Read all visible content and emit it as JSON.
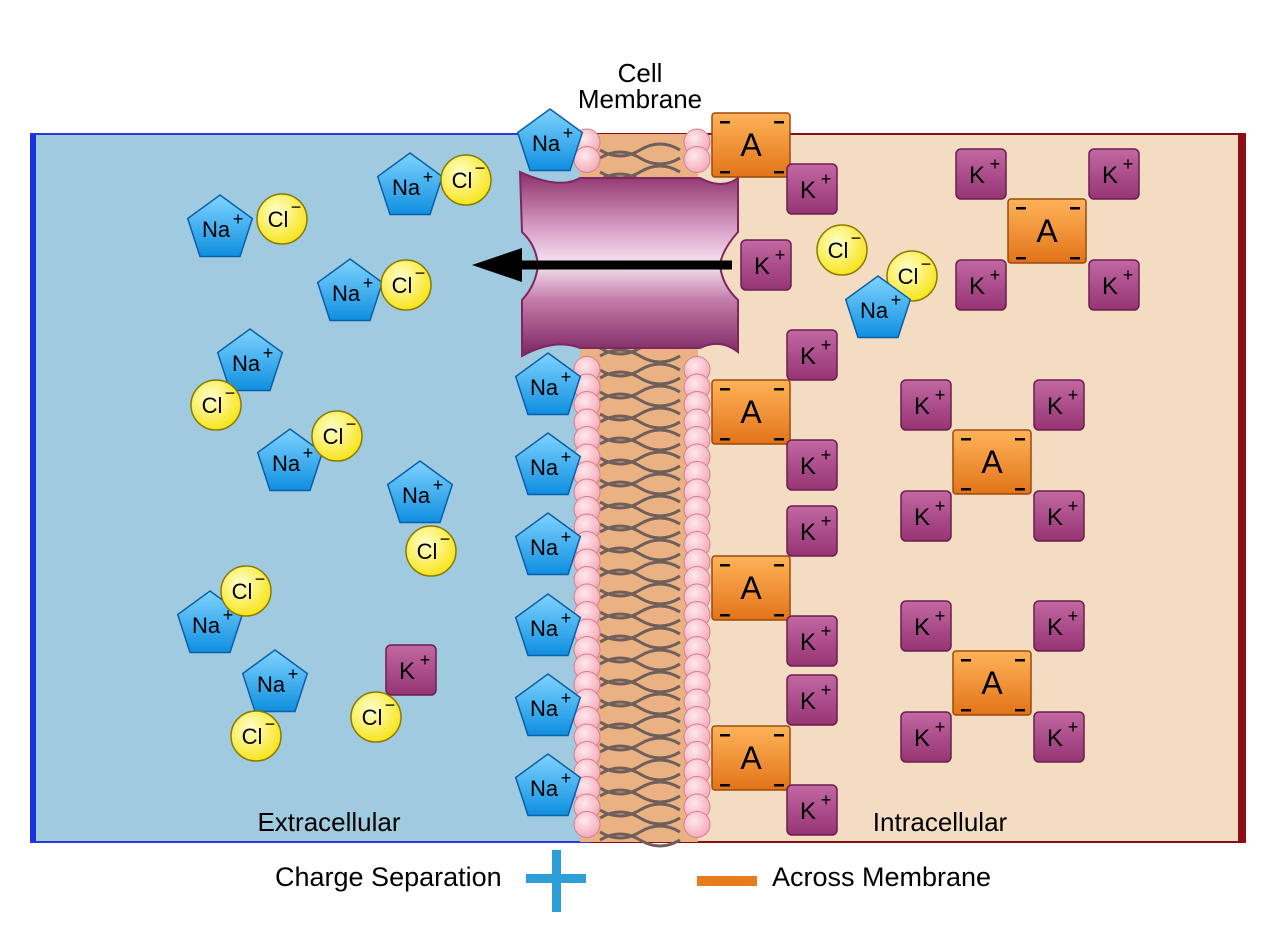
{
  "title": {
    "line1": "Cell",
    "line2": "Membrane"
  },
  "regions": {
    "left": "Extracellular",
    "right": "Intracellular"
  },
  "legend": {
    "left_text": "Charge Separation",
    "right_text": "Across Membrane"
  },
  "ion_labels": {
    "sodium": "Na",
    "chloride": "Cl",
    "potassium": "K",
    "anion": "A"
  },
  "colors": {
    "extracellular": "#9fcadf",
    "intracellular": "#f4dcc2",
    "sodium": "#1a9be6",
    "chloride": "#ffee22",
    "potassium": "#a8407f",
    "anion": "#e87a20",
    "plus_sign": "#2e9ed8",
    "minus_sign": "#e87a20",
    "channel": "#a8407f"
  }
}
